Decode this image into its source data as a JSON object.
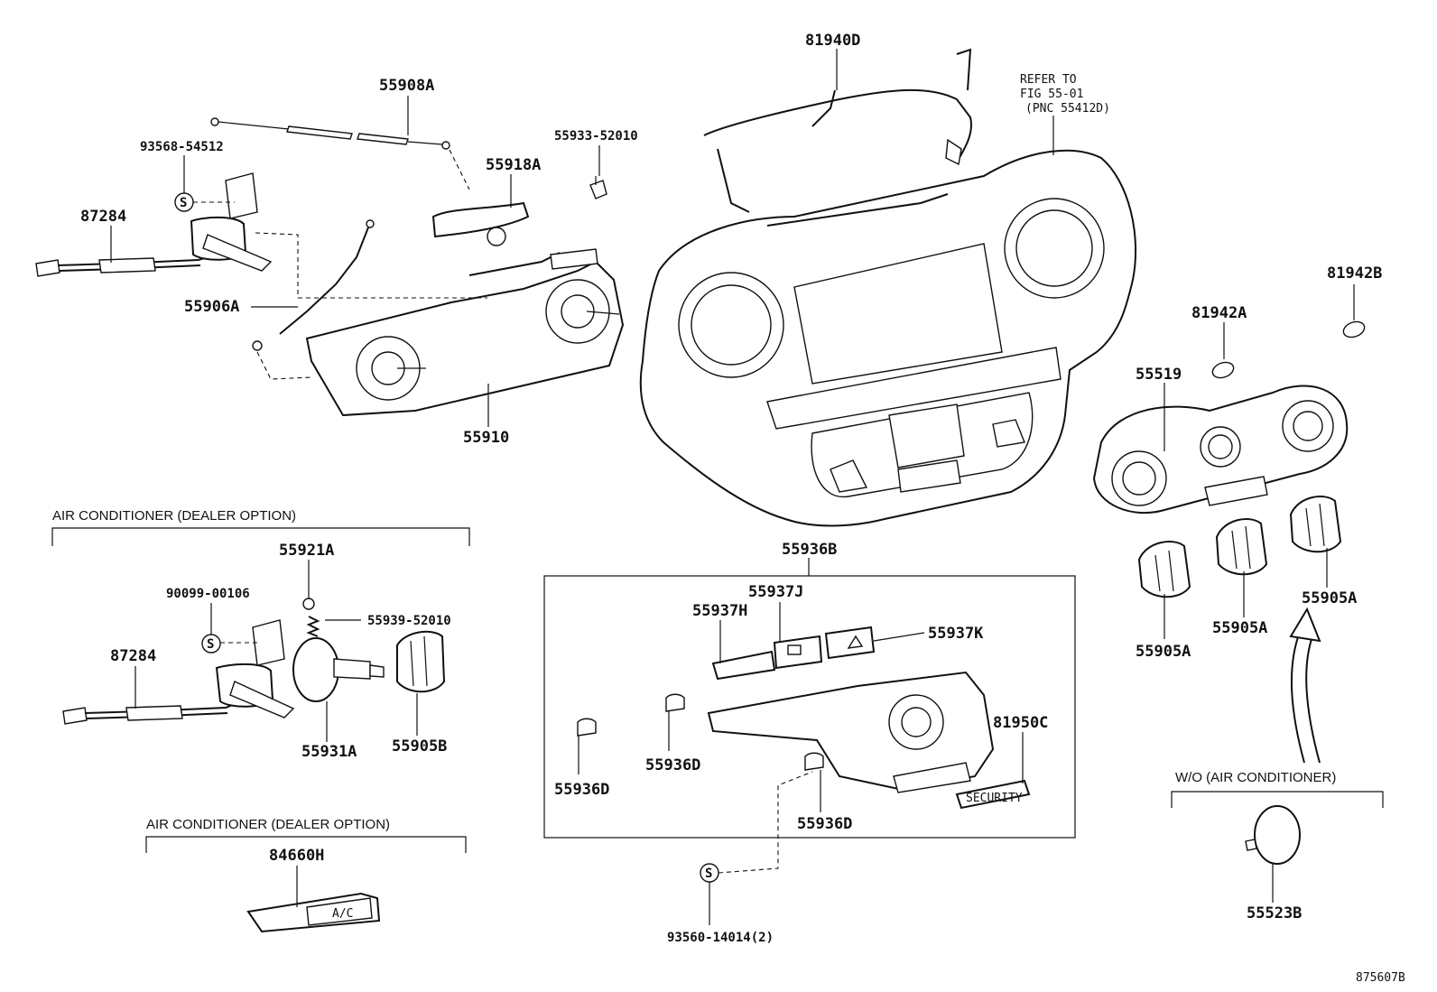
{
  "labels": {
    "p81940D": "81940D",
    "refer_line1": "REFER TO",
    "refer_line2": "FIG 55-01",
    "refer_line3": "(PNC 55412D)",
    "p55908A": "55908A",
    "p93568_54512": "93568-54512",
    "p55933_52010": "55933-52010",
    "p55918A": "55918A",
    "p87284_top": "87284",
    "p55906A": "55906A",
    "p55910": "55910",
    "p81942B": "81942B",
    "p81942A": "81942A",
    "p55519": "55519",
    "p55936B": "55936B",
    "p55937J": "55937J",
    "p55937H": "55937H",
    "p55937K": "55937K",
    "p81950C": "81950C",
    "p55936D_a": "55936D",
    "p55936D_b": "55936D",
    "p55936D_c": "55936D",
    "p93560_14014": "93560-14014(2)",
    "p55921A": "55921A",
    "p90099_00106": "90099-00106",
    "p55939_52010": "55939-52010",
    "p87284_bottom": "87284",
    "p55931A": "55931A",
    "p55905B": "55905B",
    "p84660H": "84660H",
    "p55905A_a": "55905A",
    "p55905A_b": "55905A",
    "p55905A_c": "55905A",
    "p55523B": "55523B"
  },
  "sections": {
    "ac_option_1": "AIR CONDITIONER (DEALER OPTION)",
    "ac_option_2": "AIR CONDITIONER (DEALER OPTION)",
    "wo_ac": "W/O (AIR CONDITIONER)"
  },
  "symbols": {
    "screw": "S"
  },
  "part_text": {
    "security": "SECURITY",
    "ac_button": "A/C"
  },
  "figure_id": "875607B"
}
